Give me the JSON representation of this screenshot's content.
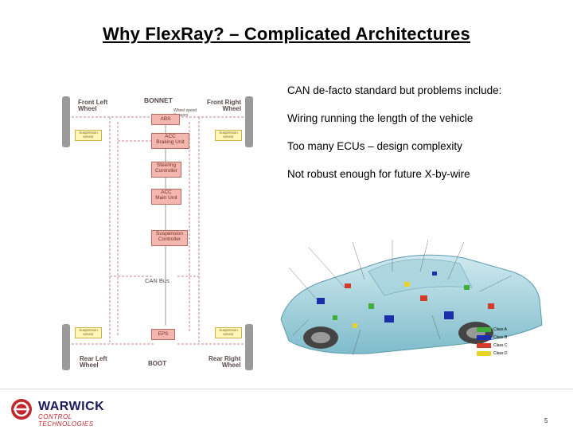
{
  "slide": {
    "title": "Why FlexRay? – Complicated Architectures",
    "page_number": "5"
  },
  "bullets": [
    "CAN de-facto standard but problems include:",
    "Wiring running the length of the vehicle",
    "Too many ECUs – design complexity",
    "Not robust enough for future X-by-wire"
  ],
  "diagram": {
    "front_left": "Front Left\nWheel",
    "front_right": "Front Right\nWheel",
    "rear_left": "Rear Left\nWheel",
    "rear_right": "Rear Right\nWheel",
    "bonnet": "BONNET",
    "boot": "BOOT",
    "can_bus": "CAN Bus",
    "wheel_speed": "Wheel speed\nSensors",
    "modules": {
      "abs": "ABS",
      "acc_braking": "ACC\nBraking Unit",
      "steering": "Steering\nController",
      "acc_main": "ACC\nMain Unit",
      "suspension": "Suspension\nController",
      "eps": "EPS"
    },
    "sensor_label": "Suspension\nsensor"
  },
  "car_legend": [
    "Class A",
    "Class B",
    "Class C",
    "Class D"
  ],
  "colors": {
    "class_a": "#3fae3a",
    "class_b": "#1c2ea8",
    "class_c": "#d43a2a",
    "class_d": "#e8d22a"
  },
  "logo": {
    "name": "WARWICK",
    "subtitle": "CONTROL TECHNOLOGIES"
  }
}
